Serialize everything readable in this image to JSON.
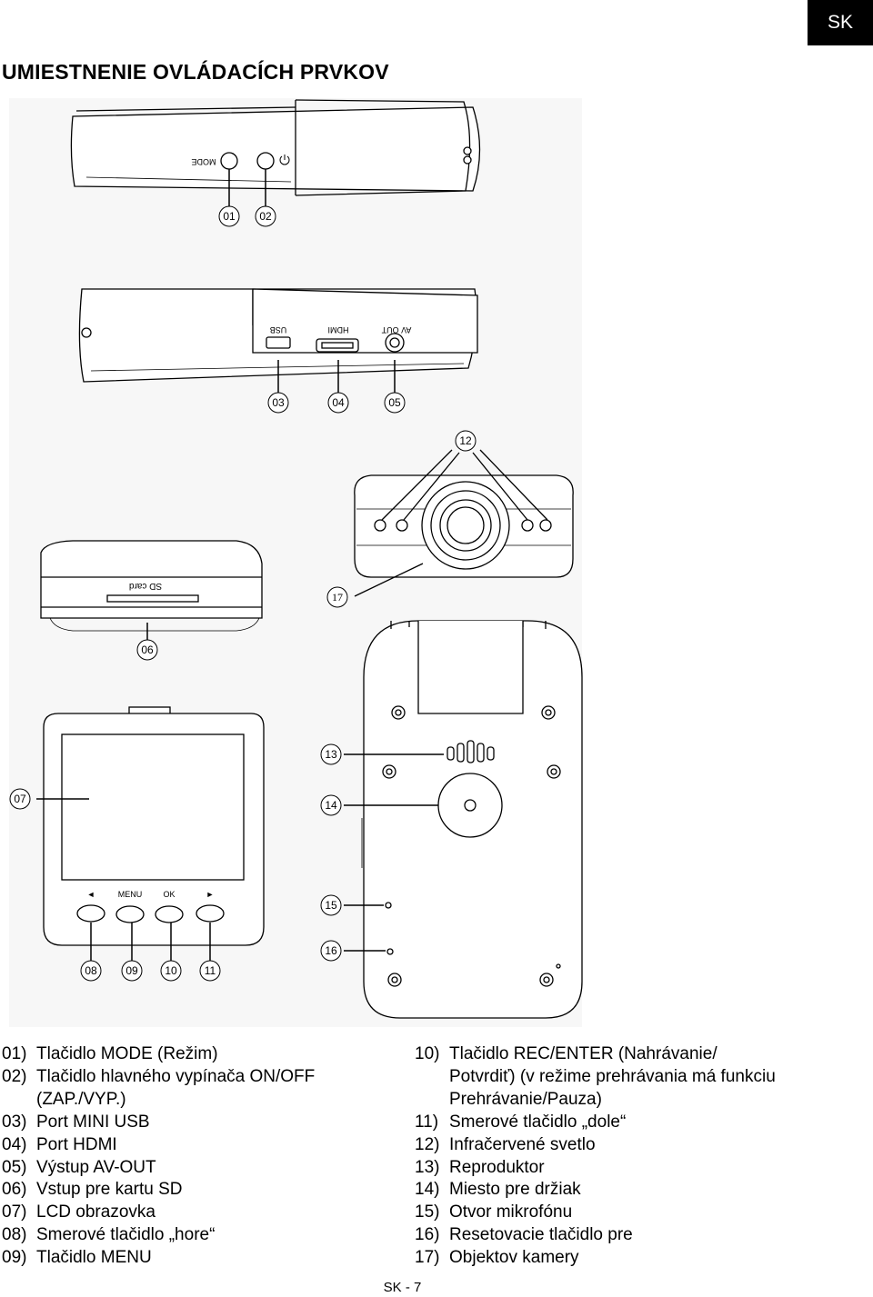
{
  "header": {
    "lang_tab": "SK",
    "title": "UMIESTNENIE OVLÁDACÍCH PRVKOV"
  },
  "diagram": {
    "top_view": {
      "mode_label": "MODE",
      "power_symbol": "power-icon",
      "callouts": [
        "01",
        "02"
      ]
    },
    "side_view": {
      "usb_label": "USB",
      "hdmi_label": "HDMI",
      "av_label": "AV OUT",
      "callouts": [
        "03",
        "04",
        "05"
      ]
    },
    "bottom_view": {
      "sd_label": "SD card",
      "callouts": [
        "06"
      ]
    },
    "front_view": {
      "callouts": [
        "12",
        "17"
      ]
    },
    "back_view": {
      "left_label": "◄",
      "menu_label": "MENU",
      "ok_label": "OK",
      "right_label": "►",
      "callouts": [
        "07",
        "08",
        "09",
        "10",
        "11"
      ]
    },
    "right_view": {
      "callouts": [
        "13",
        "14",
        "15",
        "16"
      ]
    }
  },
  "legend_left": [
    {
      "num": "01)",
      "text": "Tlačidlo MODE (Režim)"
    },
    {
      "num": "02)",
      "text": "Tlačidlo hlavného vypínača ON/OFF",
      "cont": "(ZAP./VYP.)"
    },
    {
      "num": "03)",
      "text": "Port MINI USB"
    },
    {
      "num": "04)",
      "text": "Port HDMI"
    },
    {
      "num": "05)",
      "text": "Výstup AV-OUT"
    },
    {
      "num": "06)",
      "text": "Vstup pre kartu SD"
    },
    {
      "num": "07)",
      "text": "LCD obrazovka"
    },
    {
      "num": "08)",
      "text": "Smerové tlačidlo „hore“"
    },
    {
      "num": "09)",
      "text": "Tlačidlo MENU"
    }
  ],
  "legend_right": [
    {
      "num": "10)",
      "text": "Tlačidlo REC/ENTER (Nahrávanie/",
      "cont1": "Potvrdiť) (v režime prehrávania má funkciu",
      "cont2": "Prehrávanie/Pauza)"
    },
    {
      "num": "11)",
      "text": "Smerové tlačidlo „dole“"
    },
    {
      "num": "12)",
      "text": "Infračervené svetlo"
    },
    {
      "num": "13)",
      "text": "Reproduktor"
    },
    {
      "num": "14)",
      "text": "Miesto pre držiak"
    },
    {
      "num": "15)",
      "text": "Otvor mikrofónu"
    },
    {
      "num": "16)",
      "text": "Resetovacie tlačidlo pre"
    },
    {
      "num": "17)",
      "text": "Objektov kamery"
    }
  ],
  "footer": {
    "page": "SK - 7"
  }
}
